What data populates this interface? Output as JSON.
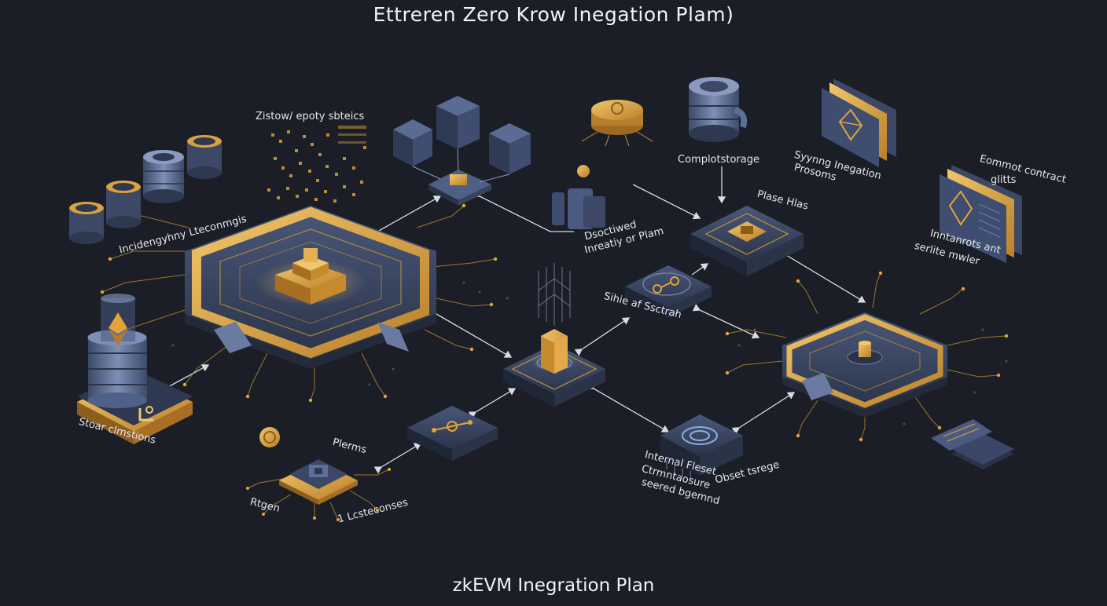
{
  "title": "Ettreren Zero Krow Inegation Plam)",
  "footer": "zkEVM Inegration Plan",
  "labels": {
    "zistow": "Zistow/ epoty sbteics",
    "incentivity": "Incidengyhny Lteconmgis",
    "complotstorage": "Complotstorage",
    "synng": "Syynng Inegation",
    "synng2": "Prosoms",
    "eommot": "Eommot contract",
    "eommot2": "glitts",
    "intrarots": "Inntanrots ant",
    "intrarots2": "serlite mwler",
    "plase": "Plase Hlas",
    "distributed": "Dsoctiwed",
    "distributed2": "Inreatiy or Plam",
    "shie": "Sihie af Ssctrah",
    "smart": "Stoar clmstions",
    "plerms": "Plerms",
    "rigen": "Rtgen",
    "lteconses": "1 Lcsteconses",
    "internal": "Internal Fleset",
    "internal2": "Ctrmntaosure",
    "internal3": "seered bgemnd",
    "object": "Obset tsrege"
  },
  "colors": {
    "background": "#1b1e26",
    "gold": "#d9a137",
    "navy": "#3a4766",
    "steel": "#5d6f96",
    "text": "#e8e9ee"
  }
}
